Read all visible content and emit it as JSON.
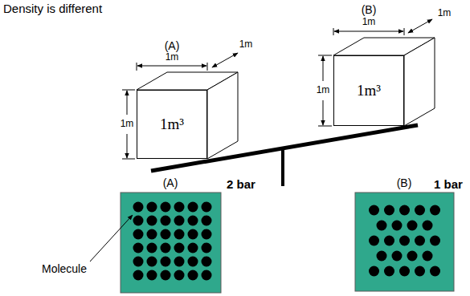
{
  "diagram": {
    "title": "Density is different",
    "nodes": [
      {
        "text": [
          "1m³"
        ]
      },
      {
        "text": [
          "1m³"
        ]
      }
    ],
    "labels": [
      "(A)",
      "1m",
      "1m",
      "1m",
      "(B)",
      "1m",
      "1m",
      "1m",
      "(A)",
      "2 bar",
      "(B)",
      "1 bar",
      "Molecule"
    ]
  }
}
